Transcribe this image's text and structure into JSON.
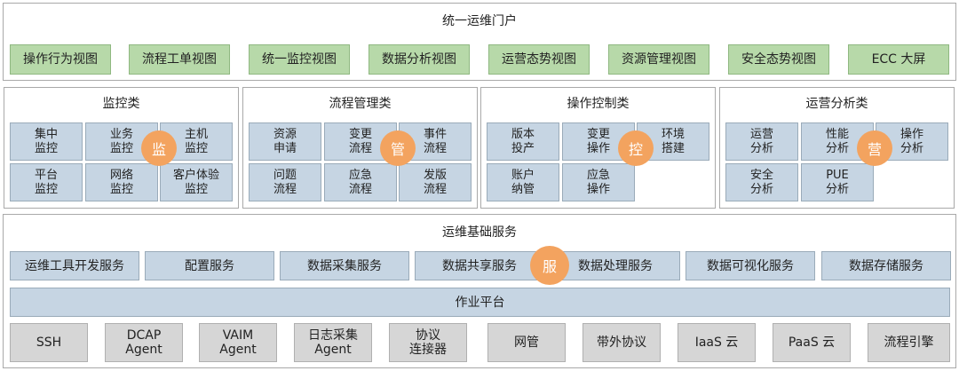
{
  "portal": {
    "title": "统一运维门户",
    "views": [
      "操作行为视图",
      "流程工单视图",
      "统一监控视图",
      "数据分析视图",
      "运营态势视图",
      "资源管理视图",
      "安全态势视图",
      "ECC 大屏"
    ]
  },
  "categories": [
    {
      "title": "监控类",
      "badge": "监",
      "items": [
        "集中\n监控",
        "业务\n监控",
        "主机\n监控",
        "平台\n监控",
        "网络\n监控",
        "客户体验\n监控"
      ]
    },
    {
      "title": "流程管理类",
      "badge": "管",
      "items": [
        "资源\n申请",
        "变更\n流程",
        "事件\n流程",
        "问题\n流程",
        "应急\n流程",
        "发版\n流程"
      ]
    },
    {
      "title": "操作控制类",
      "badge": "控",
      "items": [
        "版本\n投产",
        "变更\n操作",
        "环境\n搭建",
        "账户\n纳管",
        "应急\n操作"
      ]
    },
    {
      "title": "运营分析类",
      "badge": "营",
      "items": [
        "运营\n分析",
        "性能\n分析",
        "操作\n分析",
        "安全\n分析",
        "PUE\n分析"
      ]
    }
  ],
  "base": {
    "title": "运维基础服务",
    "badge": "服",
    "services": [
      "运维工具开发服务",
      "配置服务",
      "数据采集服务",
      "数据共享服务",
      "数据处理服务",
      "数据可视化服务",
      "数据存储服务"
    ],
    "platform": "作业平台",
    "agents": [
      "SSH",
      "DCAP\nAgent",
      "VAIM\nAgent",
      "日志采集\nAgent",
      "协议\n连接器",
      "网管",
      "带外协议",
      "IaaS 云",
      "PaaS 云",
      "流程引擎"
    ]
  },
  "colors": {
    "green": "#b7d9a9",
    "blue": "#c6d5e3",
    "gray": "#d6d6d6",
    "badge": "#f3a35f"
  }
}
